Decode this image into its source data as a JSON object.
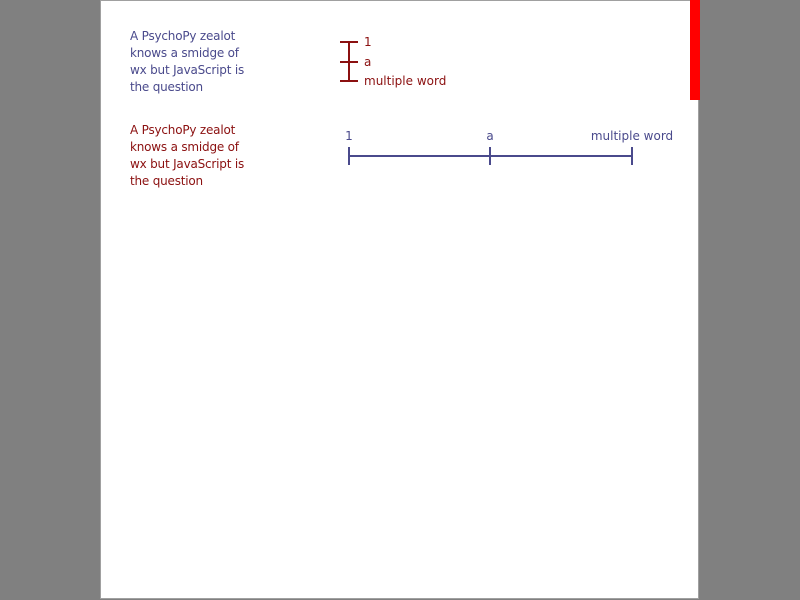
{
  "questions": {
    "q1": "A PsychoPy zealot knows a smidge of wx but JavaScript is the question",
    "q2": "A PsychoPy zealot knows a smidge of wx but JavaScript is the question"
  },
  "vertical_slider": {
    "labels": [
      "1",
      "a",
      "multiple word"
    ]
  },
  "horizontal_slider": {
    "labels": [
      "1",
      "a",
      "multiple word"
    ]
  },
  "colors": {
    "background": "#808080",
    "page": "#ffffff",
    "accent_red": "#ff0000",
    "dark_red": "#8b1010",
    "slate_blue": "#4a4a8c"
  }
}
